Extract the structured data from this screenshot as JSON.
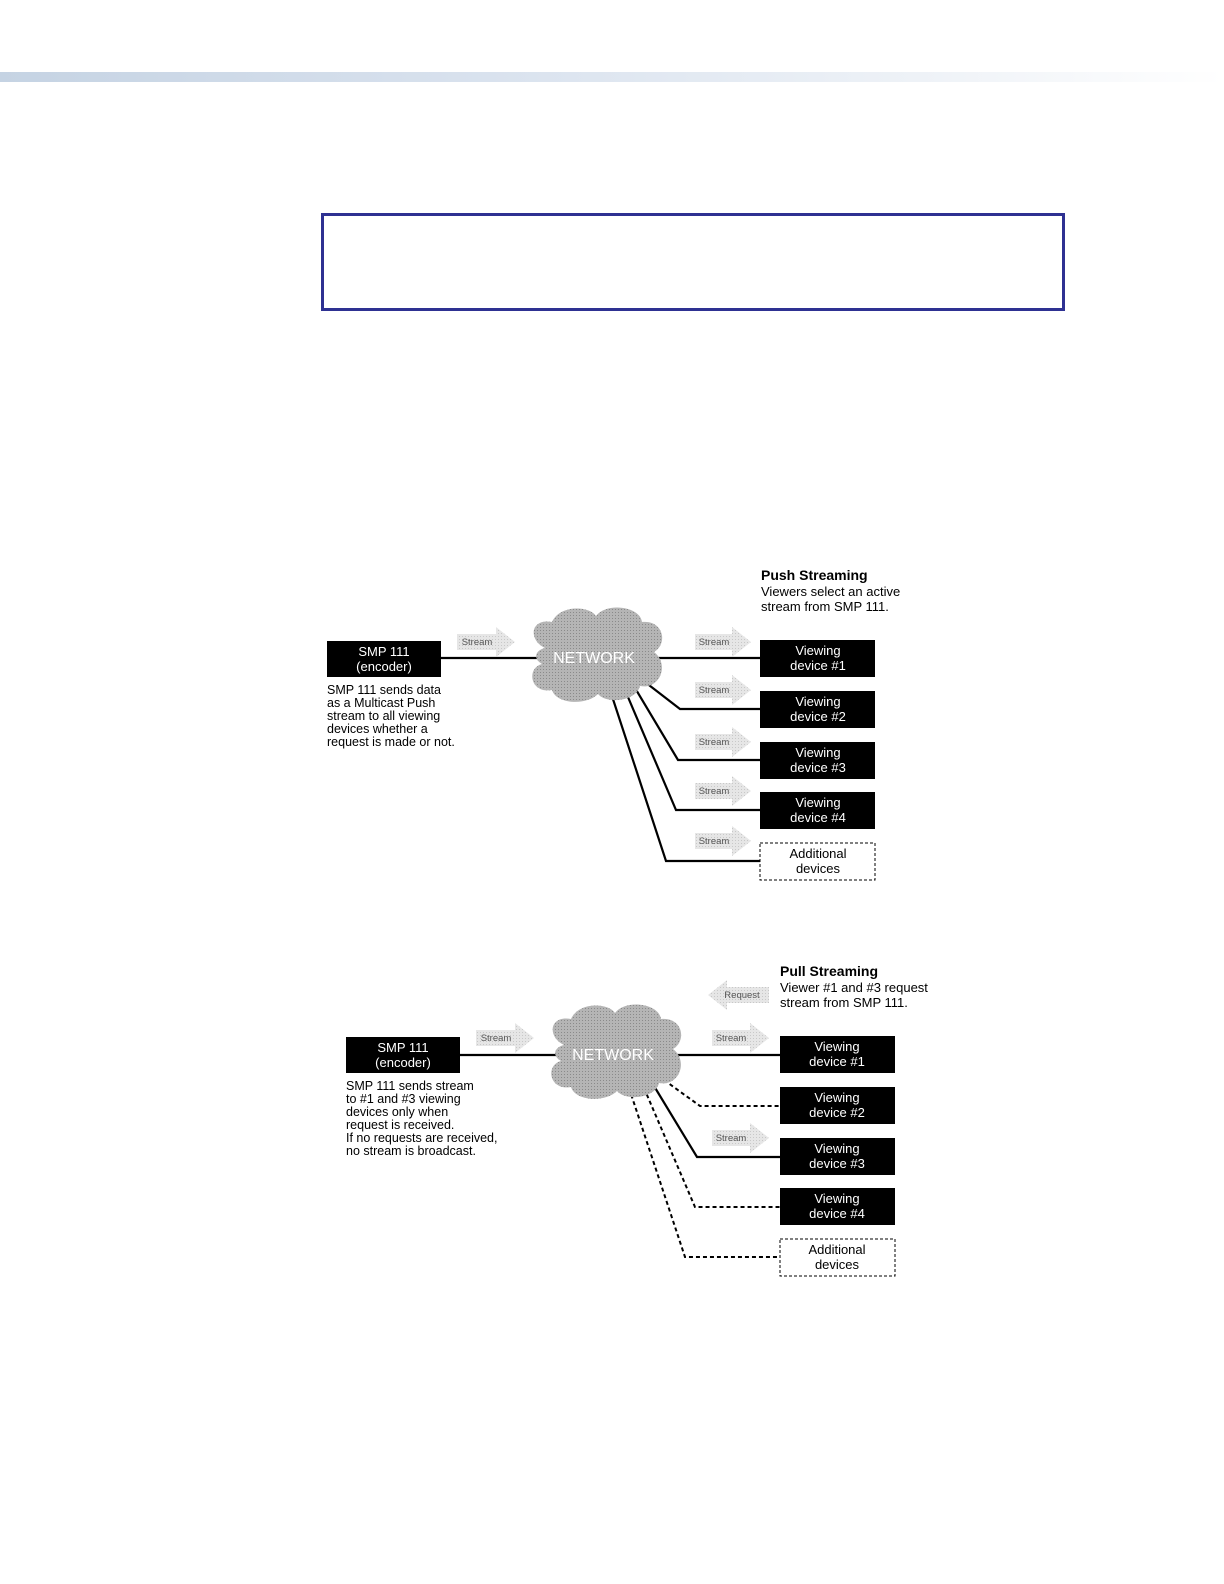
{
  "push": {
    "title": "Push Streaming",
    "subtitle_line1": "Viewers select an active",
    "subtitle_line2": "stream from SMP 111.",
    "encoder_line1": "SMP 111",
    "encoder_line2": "(encoder)",
    "desc": [
      "SMP 111 sends data",
      "as a Multicast Push",
      "stream to all viewing",
      "devices whether a",
      "request is made or not."
    ],
    "network": "NETWORK",
    "stream_label": "Stream",
    "devices": [
      {
        "line1": "Viewing",
        "line2": "device #1"
      },
      {
        "line1": "Viewing",
        "line2": "device #2"
      },
      {
        "line1": "Viewing",
        "line2": "device #3"
      },
      {
        "line1": "Viewing",
        "line2": "device #4"
      },
      {
        "line1": "Additional",
        "line2": "devices"
      }
    ]
  },
  "pull": {
    "title": "Pull Streaming",
    "subtitle_line1": "Viewer #1 and #3 request",
    "subtitle_line2": "stream from SMP 111.",
    "request_label": "Request",
    "encoder_line1": "SMP 111",
    "encoder_line2": "(encoder)",
    "desc": [
      "SMP 111 sends stream",
      "to #1 and #3 viewing",
      "devices only when",
      "request is received.",
      "If no requests are received,",
      "no stream is broadcast."
    ],
    "network": "NETWORK",
    "stream_label": "Stream",
    "devices": [
      {
        "line1": "Viewing",
        "line2": "device #1"
      },
      {
        "line1": "Viewing",
        "line2": "device #2"
      },
      {
        "line1": "Viewing",
        "line2": "device #3"
      },
      {
        "line1": "Viewing",
        "line2": "device #4"
      },
      {
        "line1": "Additional",
        "line2": "devices"
      }
    ]
  }
}
